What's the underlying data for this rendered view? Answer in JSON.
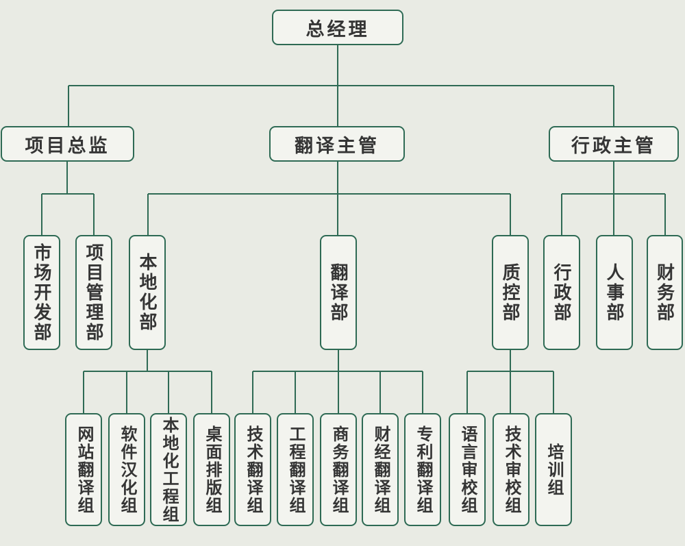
{
  "chart_title": "",
  "diagram": {
    "type": "org-chart",
    "colors": {
      "background": "#e9ebe4",
      "node_fill": "#f3f4ef",
      "node_border": "#2e6a54",
      "text": "#353535"
    },
    "nodes": {
      "general_manager": {
        "label": "总经理"
      },
      "project_director": {
        "label": "项目总监"
      },
      "translation_supervisor": {
        "label": "翻译主管"
      },
      "admin_supervisor": {
        "label": "行政主管"
      },
      "market_development_dept": {
        "label": "市场开发部"
      },
      "project_management_dept": {
        "label": "项目管理部"
      },
      "localization_dept": {
        "label": "本地化部"
      },
      "translation_dept": {
        "label": "翻译部"
      },
      "quality_control_dept": {
        "label": "质控部"
      },
      "administration_dept": {
        "label": "行政部"
      },
      "hr_dept": {
        "label": "人事部"
      },
      "finance_dept": {
        "label": "财务部"
      },
      "website_translation_group": {
        "label": "网站翻译组"
      },
      "software_localization_group": {
        "label": "软件汉化组"
      },
      "localization_engineering_group": {
        "label": "本地化工程组"
      },
      "desktop_publishing_group": {
        "label": "桌面排版组"
      },
      "technical_translation_group": {
        "label": "技术翻译组"
      },
      "engineering_translation_group": {
        "label": "工程翻译组"
      },
      "business_translation_group": {
        "label": "商务翻译组"
      },
      "finance_translation_group": {
        "label": "财经翻译组"
      },
      "patent_translation_group": {
        "label": "专利翻译组"
      },
      "language_review_group": {
        "label": "语言审校组"
      },
      "technical_review_group": {
        "label": "技术审校组"
      },
      "training_group": {
        "label": "培训组"
      }
    },
    "hierarchy": [
      {
        "parent": "总经理",
        "children": [
          "项目总监",
          "翻译主管",
          "行政主管"
        ]
      },
      {
        "parent": "项目总监",
        "children": [
          "市场开发部",
          "项目管理部"
        ]
      },
      {
        "parent": "翻译主管",
        "children": [
          "本地化部",
          "翻译部",
          "质控部"
        ]
      },
      {
        "parent": "行政主管",
        "children": [
          "行政部",
          "人事部",
          "财务部"
        ]
      },
      {
        "parent": "本地化部",
        "children": [
          "网站翻译组",
          "软件汉化组",
          "本地化工程组",
          "桌面排版组"
        ]
      },
      {
        "parent": "翻译部",
        "children": [
          "技术翻译组",
          "工程翻译组",
          "商务翻译组",
          "财经翻译组",
          "专利翻译组"
        ]
      },
      {
        "parent": "质控部",
        "children": [
          "语言审校组",
          "技术审校组",
          "培训组"
        ]
      }
    ]
  }
}
